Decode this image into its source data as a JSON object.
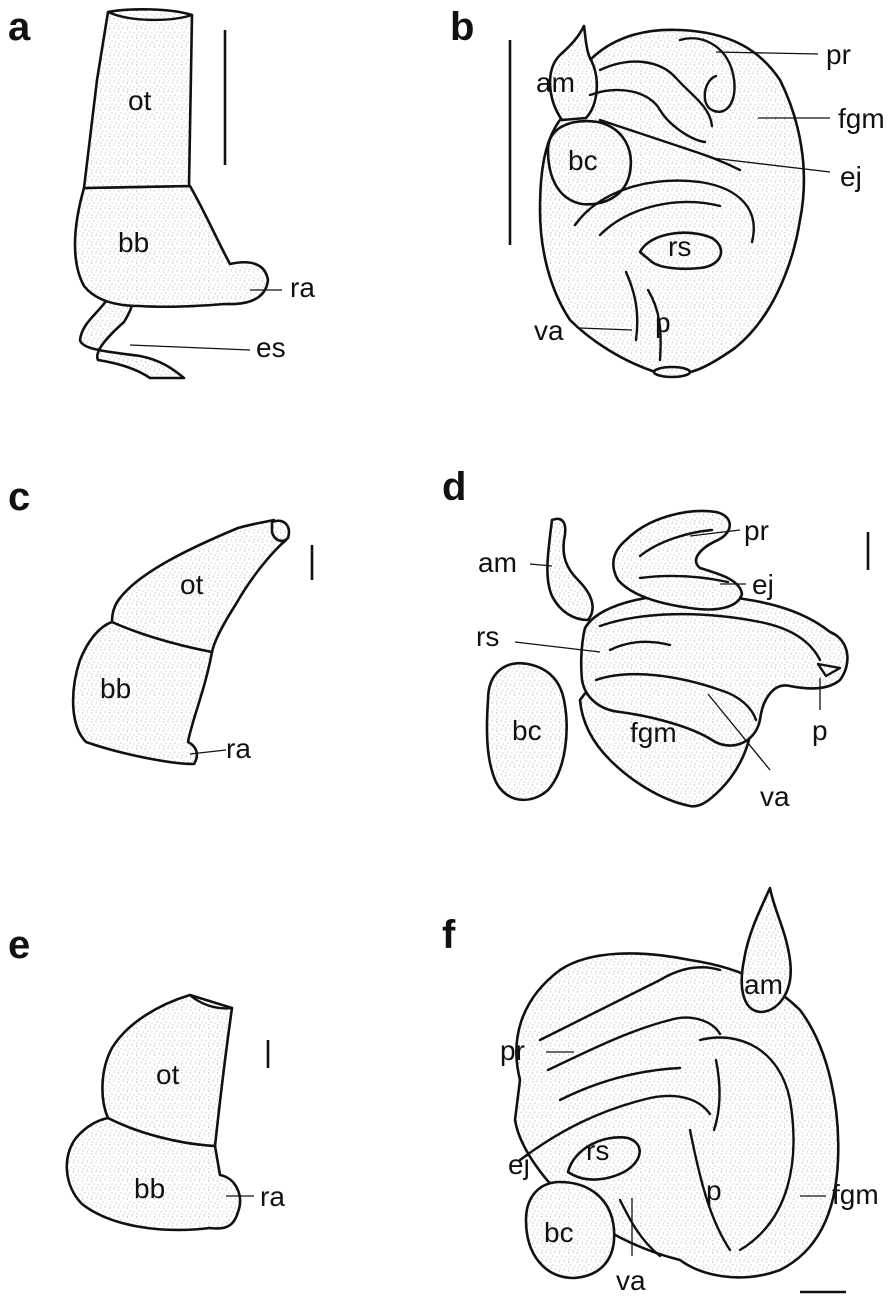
{
  "panels": [
    {
      "letter": "a",
      "labels": [
        "ot",
        "bb",
        "ra",
        "es"
      ]
    },
    {
      "letter": "b",
      "labels": [
        "am",
        "pr",
        "fgm",
        "bc",
        "ej",
        "rs",
        "va",
        "p"
      ]
    },
    {
      "letter": "c",
      "labels": [
        "ot",
        "bb",
        "ra"
      ]
    },
    {
      "letter": "d",
      "labels": [
        "am",
        "pr",
        "ej",
        "rs",
        "bc",
        "fgm",
        "p",
        "va"
      ]
    },
    {
      "letter": "e",
      "labels": [
        "ot",
        "bb",
        "ra"
      ]
    },
    {
      "letter": "f",
      "labels": [
        "am",
        "pr",
        "ej",
        "rs",
        "bc",
        "p",
        "fgm",
        "va"
      ]
    }
  ],
  "colors": {
    "ink": "#111111",
    "stipple": "#8a8a8a",
    "paper": "#ffffff"
  }
}
